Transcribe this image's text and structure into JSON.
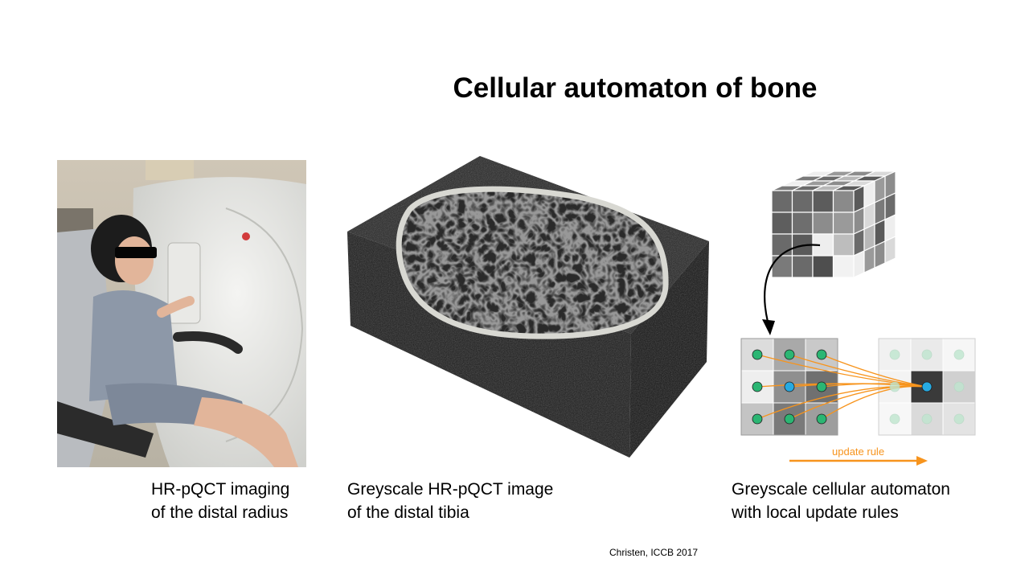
{
  "slide": {
    "title": "Cellular automaton of bone",
    "credit": "Christen, ICCB 2017"
  },
  "panels": [
    {
      "id": "photo",
      "caption_lines": [
        "HR-pQCT imaging",
        "of the distal radius"
      ]
    },
    {
      "id": "tibia",
      "caption_lines": [
        "Greyscale HR-pQCT image",
        "of the distal tibia"
      ]
    },
    {
      "id": "automaton",
      "caption_lines": [
        "Greyscale cellular automaton",
        "with local update rules"
      ],
      "update_label": "update rule"
    }
  ],
  "colors": {
    "orange": "#f7941d",
    "green_dot": "#2bb673",
    "blue_dot": "#27aae1"
  }
}
